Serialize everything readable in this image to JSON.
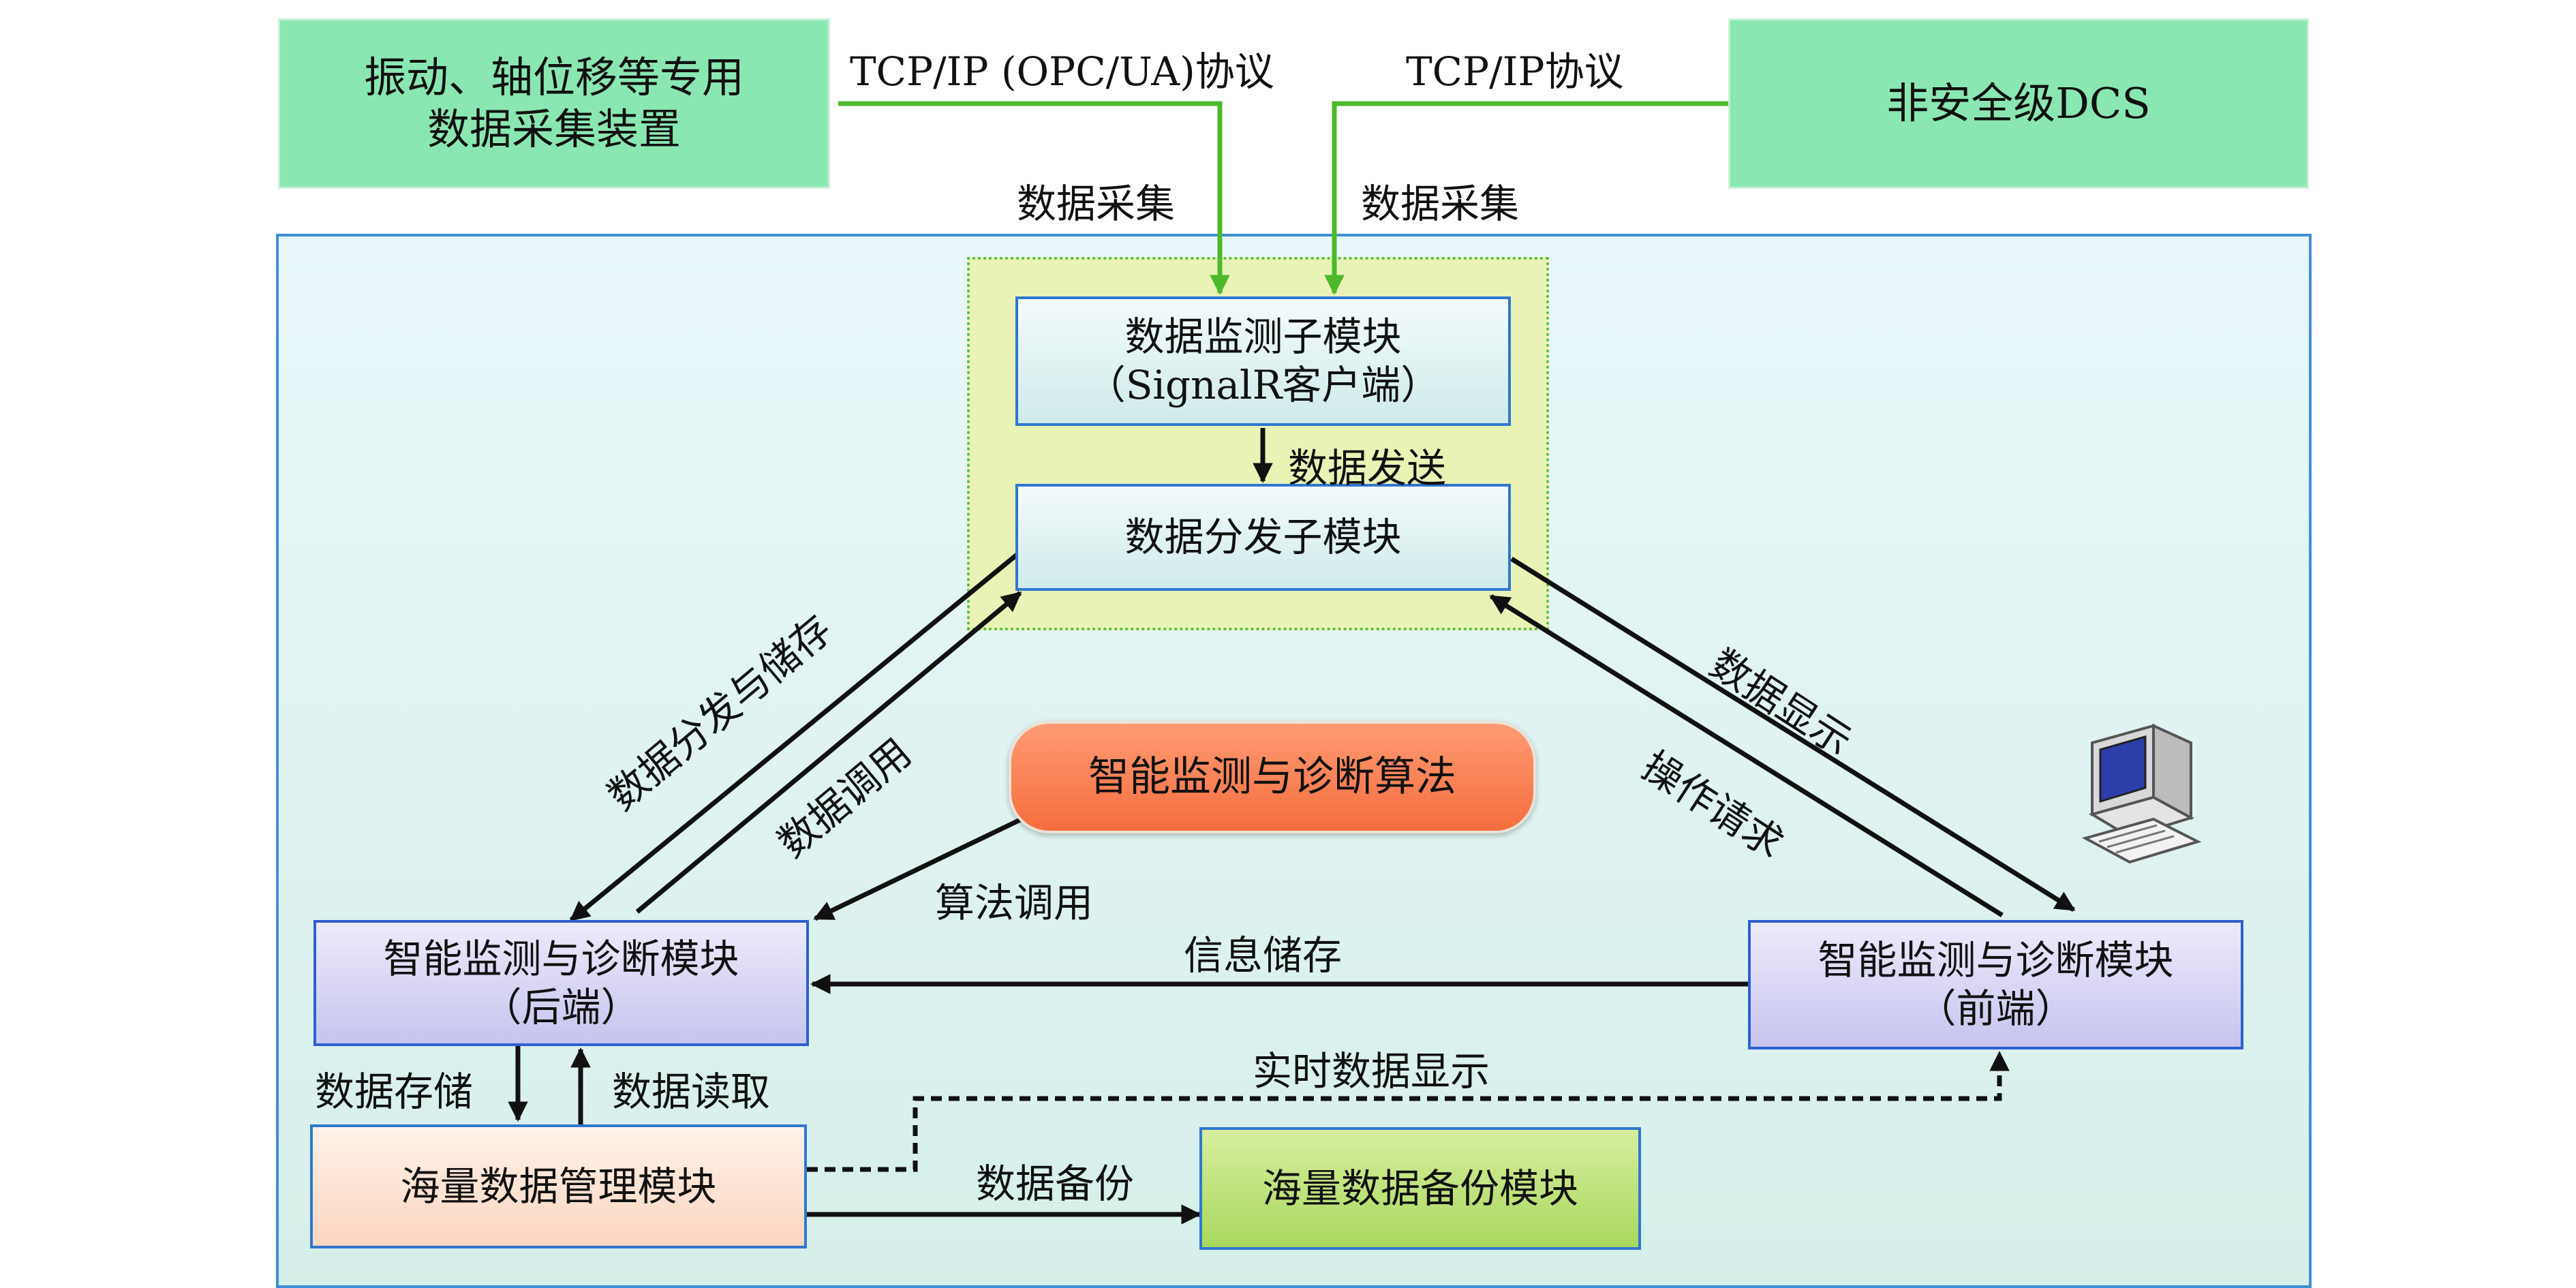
{
  "external": {
    "left_device": [
      "振动、轴位移等专用",
      "数据采集装置"
    ],
    "right_dcs": "非安全级DCS"
  },
  "protocols": {
    "left": "TCP/IP (OPC/UA)协议",
    "right": "TCP/IP协议"
  },
  "acquisition": {
    "left": "数据采集",
    "right": "数据采集"
  },
  "modules": {
    "monitor_sub": [
      "数据监测子模块",
      "（SignalR客户端）"
    ],
    "distribute_sub": "数据分发子模块",
    "algorithm": "智能监测与诊断算法",
    "backend": [
      "智能监测与诊断模块",
      "（后端）"
    ],
    "frontend": [
      "智能监测与诊断模块",
      "（前端）"
    ],
    "mass_data": "海量数据管理模块",
    "backup": "海量数据备份模块"
  },
  "edges": {
    "data_send": "数据发送",
    "dist_store": "数据分发与储存",
    "data_call": "数据调用",
    "data_display": "数据显示",
    "op_request": "操作请求",
    "algo_call": "算法调用",
    "info_store": "信息储存",
    "data_storage": "数据存储",
    "data_read": "数据读取",
    "realtime_display": "实时数据显示",
    "data_backup": "数据备份"
  },
  "colors": {
    "external_fill": "#8be7b2",
    "protocol_line": "#4db82a",
    "outer_border": "#3f8fd6",
    "algorithm_fill": "#f46e3e",
    "arrow": "#111111"
  },
  "icons": [
    "computer-icon"
  ]
}
